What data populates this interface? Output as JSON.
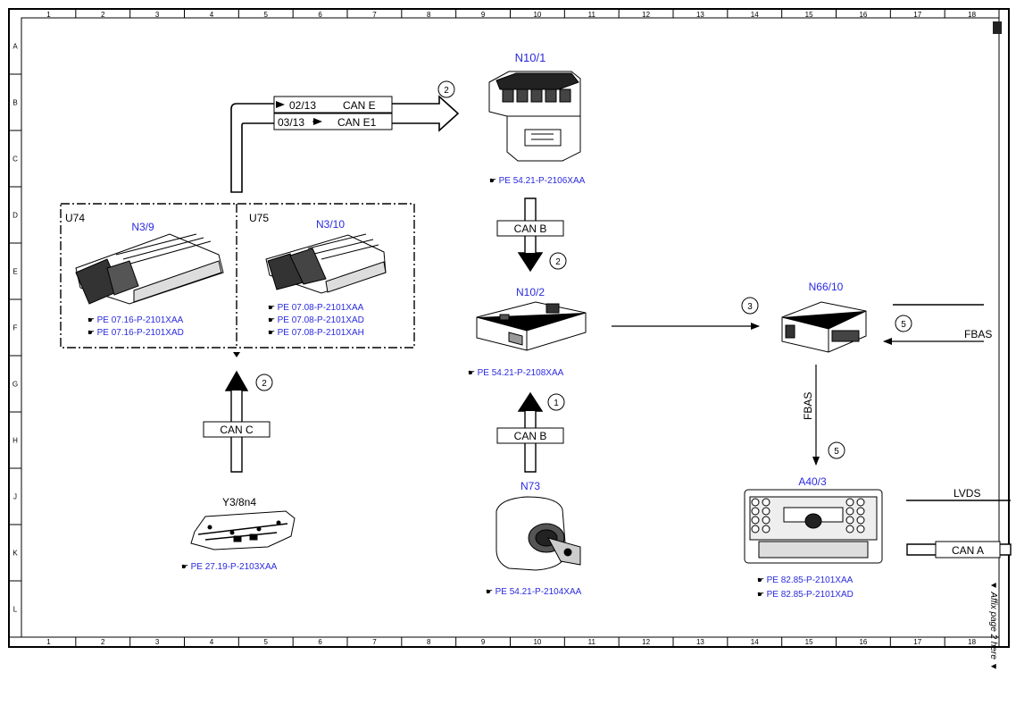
{
  "border": {
    "columns": [
      "1",
      "2",
      "3",
      "4",
      "5",
      "6",
      "7",
      "8",
      "9",
      "10",
      "11",
      "12",
      "13",
      "14",
      "15",
      "16",
      "17",
      "18"
    ],
    "rows": [
      "A",
      "B",
      "C",
      "D",
      "E",
      "F",
      "G",
      "H",
      "J",
      "K",
      "L"
    ]
  },
  "colors": {
    "link": "#2a2adf",
    "ink": "#000000"
  },
  "components": {
    "n10_1": {
      "code": "N10/1",
      "ref": "PE 54.21-P-2106XAA"
    },
    "n3_9": {
      "group": "U74",
      "code": "N3/9",
      "refs": [
        "PE 07.16-P-2101XAA",
        "PE 07.16-P-2101XAD"
      ]
    },
    "n3_10": {
      "group": "U75",
      "code": "N3/10",
      "refs": [
        "PE 07.08-P-2101XAA",
        "PE 07.08-P-2101XAD",
        "PE 07.08-P-2101XAH"
      ]
    },
    "n10_2": {
      "code": "N10/2",
      "ref": "PE 54.21-P-2108XAA"
    },
    "n66_10": {
      "code": "N66/10"
    },
    "y3_8n4": {
      "code": "Y3/8n4",
      "ref": "PE 27.19-P-2103XAA"
    },
    "n73": {
      "code": "N73",
      "ref": "PE 54.21-P-2104XAA"
    },
    "a40_3": {
      "code": "A40/3",
      "refs": [
        "PE 82.85-P-2101XAA",
        "PE 82.85-P-2101XAD"
      ]
    }
  },
  "connections": {
    "can_e_ref": "02/13",
    "can_e": "CAN E",
    "can_e1_ref": "03/13",
    "can_e1": "CAN E1",
    "can_b_upper": "CAN B",
    "can_b_lower": "CAN B",
    "can_c": "CAN C",
    "fbas_vertical": "FBAS",
    "fbas_right": "FBAS",
    "lvds": "LVDS",
    "can_a": "CAN A"
  },
  "markers": [
    "2",
    "2",
    "2",
    "1",
    "3",
    "5",
    "5"
  ],
  "side_note": "Affix page 2 here"
}
